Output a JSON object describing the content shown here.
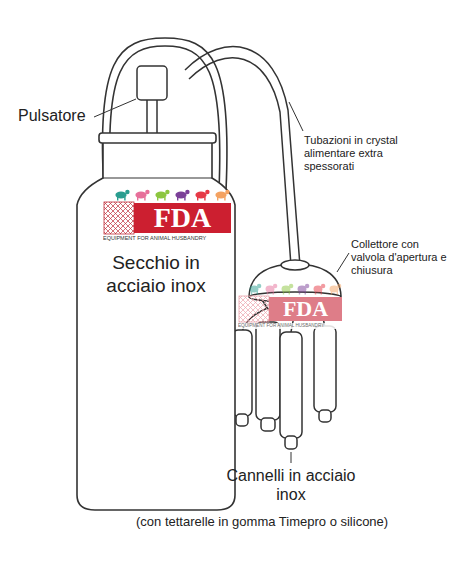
{
  "diagram": {
    "nodes": [
      {
        "text": [
          "Secchio in acciaio inox"
        ]
      },
      {
        "text": [
          "FDA",
          "EQUIPMENT FOR ANIMAL HUSBANDRY"
        ],
        "in": 0
      },
      {
        "text": [
          "FDA",
          "EQUIPMENT FOR ANIMAL HUSBANDRY"
        ]
      }
    ],
    "labels": [
      "Pulsatore",
      "Tubazioni in crystal alimentare extra spessorati",
      "Collettore con valvola d'apertura e chiusura",
      "Cannelli in acciaio inox",
      "(con tettarelle in gomma Timepro o silicone)"
    ]
  }
}
